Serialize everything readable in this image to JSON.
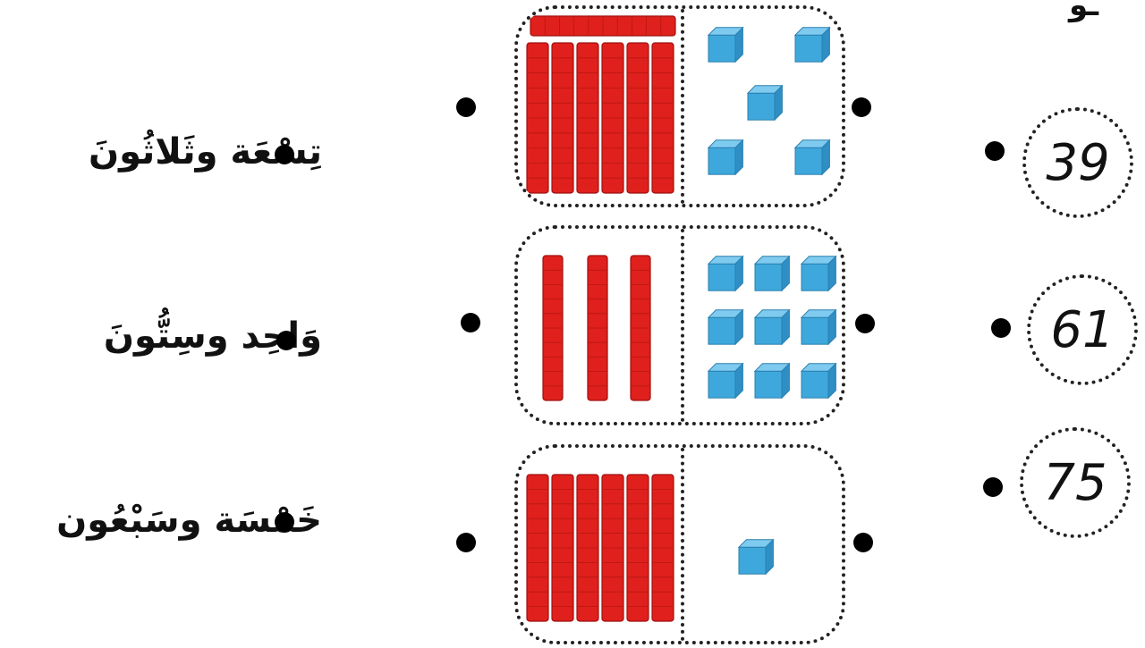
{
  "colors": {
    "tens_rod": "#e0201c",
    "ones_cube": "#3ea8dc",
    "dot": "#000000"
  },
  "top_right_mark": "ـو",
  "words": [
    {
      "text": "تِسْعَة وثَلاثُونَ"
    },
    {
      "text": "وَاحِد وسِتُّونَ"
    },
    {
      "text": "خَمْسَة وسَبْعُون"
    }
  ],
  "numbers": [
    {
      "text": "39"
    },
    {
      "text": "61"
    },
    {
      "text": "75"
    }
  ],
  "blocks": [
    {
      "tens": 7,
      "ones": 5
    },
    {
      "tens": 3,
      "ones": 9
    },
    {
      "tens": 6,
      "ones": 1
    }
  ]
}
